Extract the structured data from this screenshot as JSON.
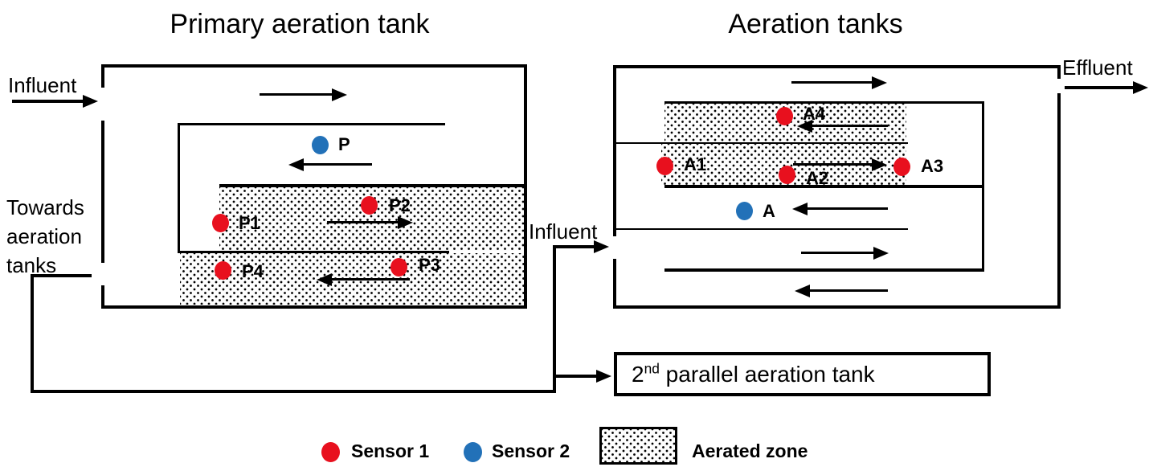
{
  "titles": {
    "primary": "Primary aeration tank",
    "aeration": "Aeration tanks"
  },
  "flow_labels": {
    "influent_left": "Influent",
    "towards_aeration_tanks": "Towards aeration tanks",
    "influent_middle": "Influent",
    "effluent": "Effluent"
  },
  "parallel_tank": {
    "base": "2",
    "superscript": "nd",
    "rest": " parallel aeration tank"
  },
  "sensors": {
    "primary": {
      "P": "P",
      "P1": "P1",
      "P2": "P2",
      "P3": "P3",
      "P4": "P4"
    },
    "aeration": {
      "A": "A",
      "A1": "A1",
      "A2": "A2",
      "A3": "A3",
      "A4": "A4"
    }
  },
  "legend": {
    "sensor1": "Sensor 1",
    "sensor2": "Sensor 2",
    "aerated_zone": "Aerated zone"
  },
  "colors": {
    "sensor1": "#e8101e",
    "sensor2": "#2271b8",
    "line": "#000000",
    "aerated_bg": "#fdfdfd"
  }
}
